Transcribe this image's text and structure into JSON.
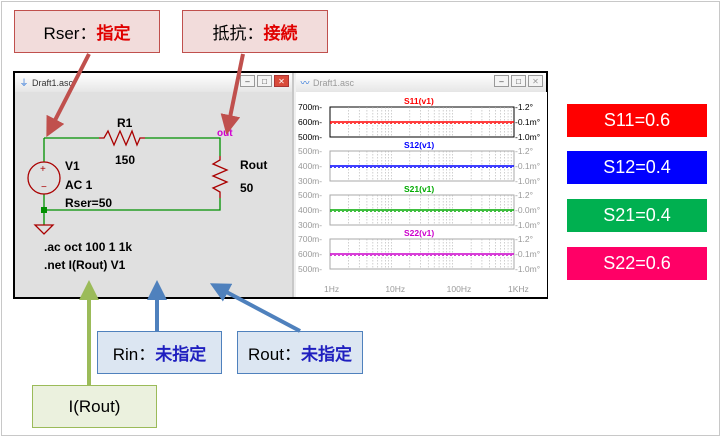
{
  "callouts": {
    "rser": {
      "prefix": "Rser：",
      "emph": "指定"
    },
    "resistor": {
      "prefix": "抵抗：",
      "emph": "接続"
    },
    "rin": {
      "prefix": "Rin：",
      "emph": "未指定"
    },
    "rout": {
      "prefix": "Rout：",
      "emph": "未指定"
    },
    "iout": {
      "text": "I(Rout)"
    }
  },
  "schematic_window": {
    "title": "Draft1.asc",
    "icon": "ltspice-schematic-icon"
  },
  "plot_window": {
    "title": "Draft1.asc",
    "icon": "ltspice-waveform-icon"
  },
  "schematic": {
    "r1_name": "R1",
    "r1_value": "150",
    "net_label": "out",
    "rout_name": "Rout",
    "rout_value": "50",
    "v1_name": "V1",
    "v1_ac": "AC 1",
    "v1_rser": "Rser=50",
    "directive_ac": ".ac oct 100 1 1k",
    "directive_net": ".net I(Rout) V1"
  },
  "plot": {
    "x_ticks": [
      "1Hz",
      "10Hz",
      "100Hz",
      "1KHz"
    ],
    "panes": [
      {
        "title": "S11(v1)",
        "color": "#ff0000",
        "left_ticks": [
          "700m-",
          "600m-",
          "500m-"
        ],
        "right_ticks": [
          "-1.2°",
          "-0.1m°",
          "-1.0m°"
        ],
        "active": true
      },
      {
        "title": "S12(v1)",
        "color": "#0000ff",
        "left_ticks": [
          "500m-",
          "400m-",
          "300m-"
        ],
        "right_ticks": [
          "-1.2°",
          "-0.1m°",
          "-1.0m°"
        ],
        "active": false
      },
      {
        "title": "S21(v1)",
        "color": "#00aa00",
        "left_ticks": [
          "500m-",
          "400m-",
          "300m-"
        ],
        "right_ticks": [
          "-1.2°",
          "-0.0m°",
          "-1.0m°"
        ],
        "active": false
      },
      {
        "title": "S22(v1)",
        "color": "#cc00cc",
        "left_ticks": [
          "700m-",
          "600m-",
          "500m-"
        ],
        "right_ticks": [
          "-1.2°",
          "-0.1m°",
          "-1.0m°"
        ],
        "active": false
      }
    ]
  },
  "results": [
    {
      "label": "S11=0.6",
      "color": "#ff0000"
    },
    {
      "label": "S12=0.4",
      "color": "#0000ff"
    },
    {
      "label": "S21=0.4",
      "color": "#00b050"
    },
    {
      "label": "S22=0.6",
      "color": "#ff0066"
    }
  ],
  "colors": {
    "arrow_red": "#c0504d",
    "arrow_blue": "#4f81bd",
    "arrow_green": "#9bbb59",
    "wire": "#009000",
    "component": "#aa0000"
  }
}
